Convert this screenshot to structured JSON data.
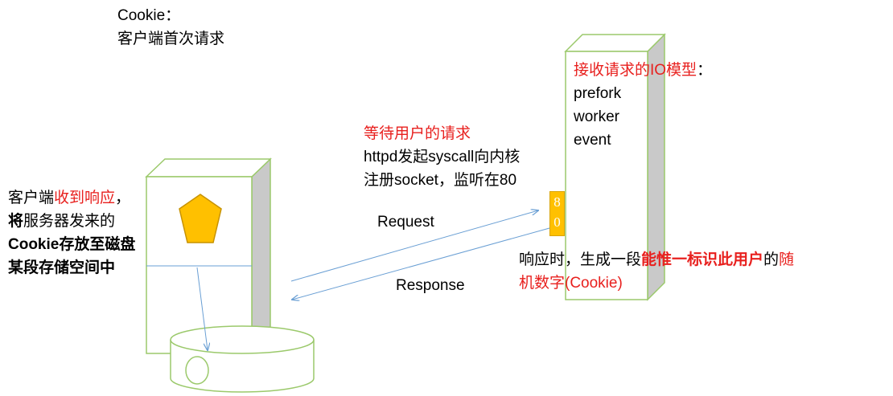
{
  "title": {
    "line1": "Cookie：",
    "line2": "客户端首次请求"
  },
  "server": {
    "heading_red": "接收请求的IO模型",
    "heading_colon": "：",
    "models": [
      "prefork",
      "worker",
      "event"
    ],
    "port_digits": [
      "8",
      "0"
    ]
  },
  "waiting": {
    "title": "等待用户的请求",
    "line1": "httpd发起syscall向内核",
    "line2": "注册socket，监听在80"
  },
  "client": {
    "line1_plain": "客户端",
    "line1_red": "收到响应",
    "line1_end": "，",
    "line2_bold": "将",
    "line2_plain": "服务器发来的",
    "line3": "Cookie存放至磁盘",
    "line4": "某段存储空间中"
  },
  "response_note": {
    "part1": "响应时，生成一段",
    "part2": "能惟一标识此用户",
    "part3": "的",
    "part4": "随",
    "line2": "机数字(Cookie)"
  },
  "arrows": {
    "request": "Request",
    "response": "Response"
  },
  "colors": {
    "box_stroke": "#9bc96b",
    "box_side": "#c9c9c9",
    "accent_red": "#e8201e",
    "arrow": "#6a9fd4",
    "pentagon": "#ffc000"
  }
}
